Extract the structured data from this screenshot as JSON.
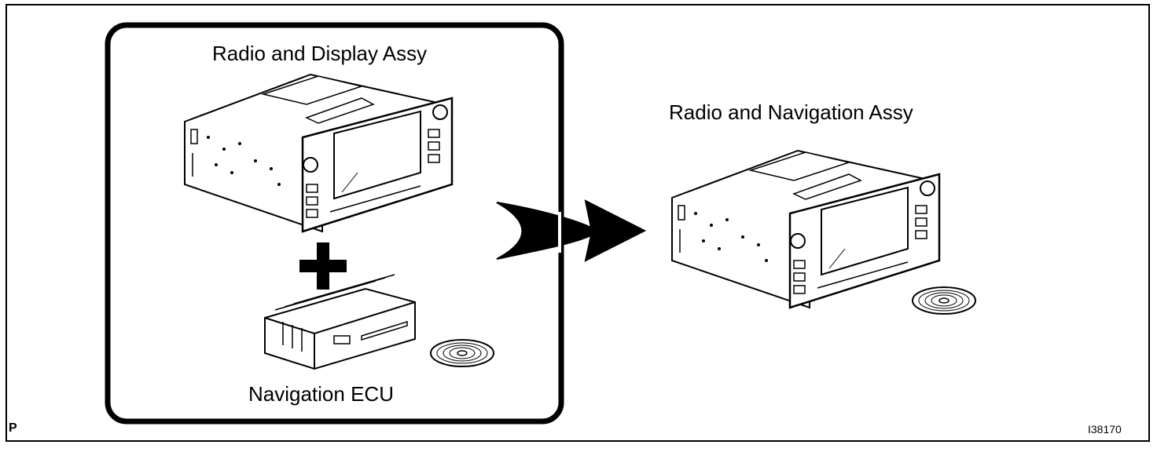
{
  "labels": {
    "radio_display": "Radio and Display Assy",
    "navigation_ecu": "Navigation ECU",
    "radio_navigation": "Radio and Navigation Assy",
    "corner_mark": "P",
    "figure_code": "I38170"
  }
}
